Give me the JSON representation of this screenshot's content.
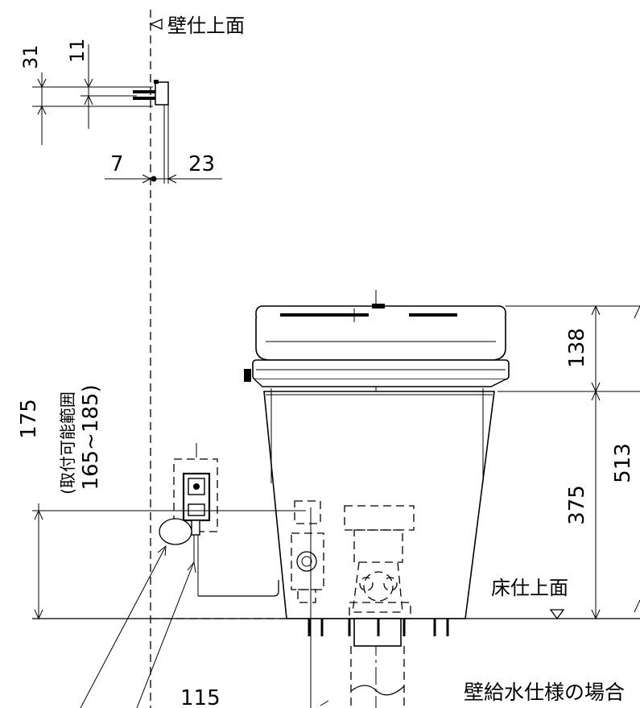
{
  "labels": {
    "wall_surface": "壁仕上面",
    "floor_surface": "床仕上面",
    "title": "壁給水仕様の場合",
    "range_note": "(取付可能範囲",
    "range_values": "165~185)"
  },
  "dimensions": {
    "d31": "31",
    "d11": "11",
    "d7": "7",
    "d23": "23",
    "d138": "138",
    "d513": "513",
    "d375": "375",
    "d175": "175",
    "d115": "115"
  }
}
